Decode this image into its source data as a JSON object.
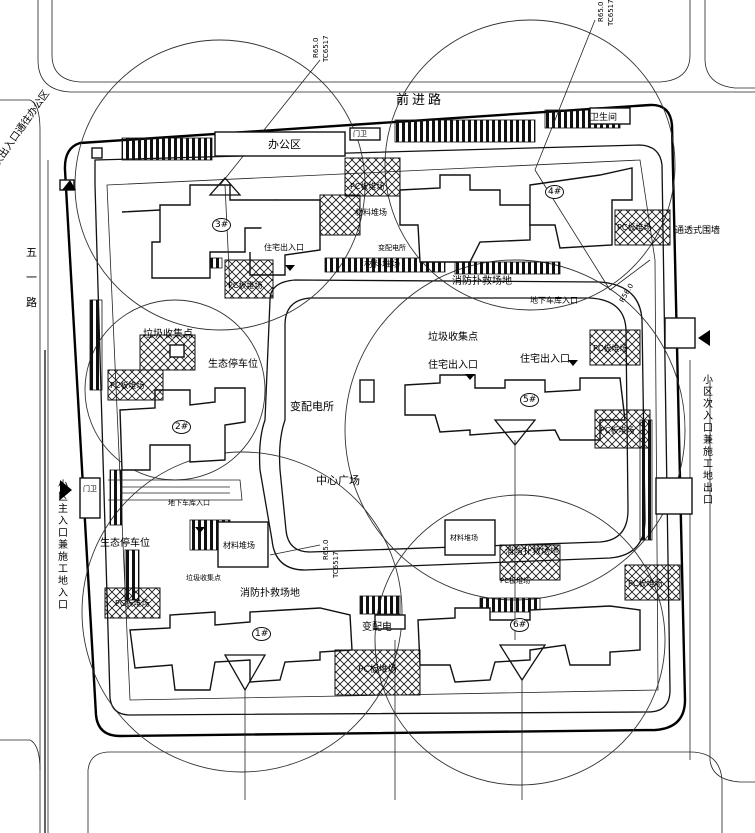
{
  "roads": {
    "north": "前进路",
    "west_vertical": "五一路",
    "west_entry": "次出入口通往办公区",
    "main_entry": "小区主入口兼施工地入口",
    "secondary_entry": "小区次入口兼施工地出口"
  },
  "zones": {
    "office": "办公区",
    "central_plaza": "中心广场",
    "substation_main": "变配电所",
    "substation_small1": "变配电所",
    "substation_small2": "变配电",
    "guard": "门卫",
    "guard2": "门卫",
    "toilet": "卫生间",
    "eco_parking": "生态停车位",
    "eco_parking2": "生态停车位",
    "fence": "通透式围墙",
    "underground_entry": "地下车库入口",
    "underground_entry2": "地下车库入口",
    "fire_rescue_north": "消防扑救场地",
    "fire_rescue_south": "消防扑救场地",
    "fire_rescue_east": "消防扑救场地",
    "garbage_1": "垃圾收集点",
    "garbage_2": "垃圾收集点",
    "garbage_3": "垃圾收集点",
    "residence_entry_1": "住宅出入口",
    "residence_entry_2": "住宅出入口",
    "residence_entry_3": "住宅出入口"
  },
  "stockyards": {
    "materials_1": "材料堆场",
    "materials_2": "材料堆场",
    "materials_3": "材料堆场",
    "materials_4": "材料堆场",
    "pc_1": "PC板堆场",
    "pc_2": "PC板堆场",
    "pc_3": "PC板堆场",
    "pc_4": "PC板堆场",
    "pc_5": "PC板堆场",
    "pc_6": "PC板堆场",
    "pc_7": "PC板堆场",
    "pc_8": "PC板堆场",
    "pc_9": "PC板堆场",
    "pc_10": "PC板堆场"
  },
  "buildings": [
    "1#",
    "2#",
    "3#",
    "4#",
    "5#",
    "6#"
  ],
  "cranes": {
    "tag1": "R65.0",
    "tag2": "TC6517",
    "tag3": "R65.0",
    "tag4": "TC6517",
    "tag5": "R65.0",
    "tag6": "TC6517",
    "tag7": "R56.0"
  }
}
